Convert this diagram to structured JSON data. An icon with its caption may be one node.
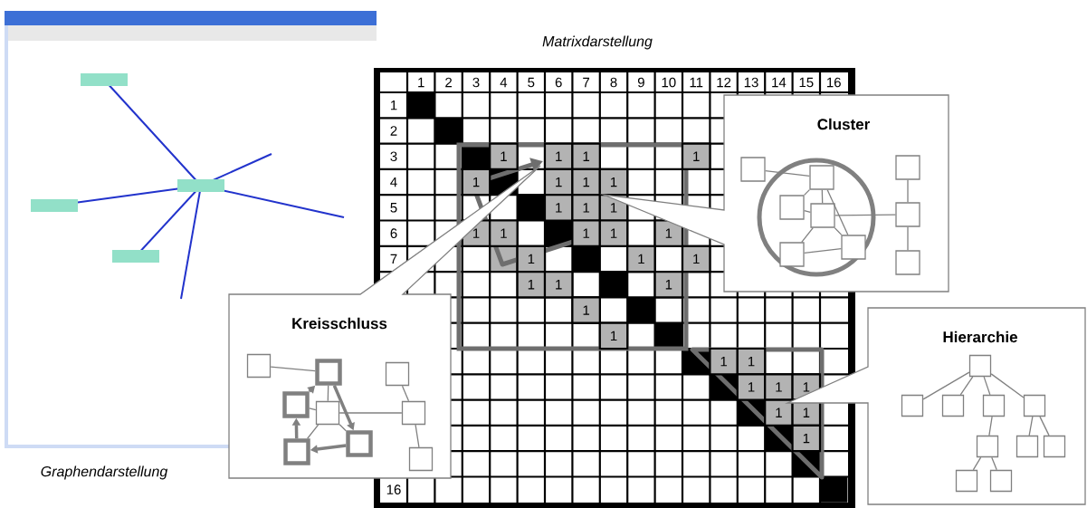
{
  "diagram": {
    "nodes": [
      {
        "text": [
          "Kreisschluss"
        ]
      },
      {
        "text": [],
        "shape": "box",
        "in": 0
      },
      {
        "text": [],
        "shape": "box",
        "in": 0
      },
      {
        "text": [],
        "shape": "box",
        "in": 0
      },
      {
        "text": [],
        "shape": "box",
        "in": 0
      },
      {
        "text": [],
        "shape": "box",
        "in": 0
      },
      {
        "text": [],
        "shape": "box",
        "in": 0
      },
      {
        "text": [],
        "shape": "box",
        "in": 0
      },
      {
        "text": [],
        "shape": "box",
        "in": 0
      },
      {
        "text": [],
        "shape": "box",
        "in": 0
      },
      {
        "text": [
          "Cluster"
        ]
      },
      {
        "text": [],
        "shape": "circle",
        "in": 10
      },
      {
        "text": [],
        "shape": "box",
        "in": 10
      },
      {
        "text": [],
        "shape": "box",
        "in": 11
      },
      {
        "text": [],
        "shape": "box",
        "in": 10
      },
      {
        "text": [],
        "shape": "box",
        "in": 11
      },
      {
        "text": [],
        "shape": "box",
        "in": 11
      },
      {
        "text": [],
        "shape": "box",
        "in": 10
      },
      {
        "text": [],
        "shape": "box",
        "in": 11
      },
      {
        "text": [],
        "shape": "box",
        "in": 11
      },
      {
        "text": [],
        "shape": "box",
        "in": 10
      },
      {
        "text": [
          "Hierarchie"
        ]
      },
      {
        "text": [],
        "shape": "box",
        "in": 21
      },
      {
        "text": [],
        "shape": "box",
        "in": 21
      },
      {
        "text": [],
        "shape": "box",
        "in": 21
      },
      {
        "text": [],
        "shape": "box",
        "in": 21
      },
      {
        "text": [],
        "shape": "box",
        "in": 21
      },
      {
        "text": [],
        "shape": "box",
        "in": 21
      },
      {
        "text": [],
        "shape": "box",
        "in": 21
      },
      {
        "text": [],
        "shape": "box",
        "in": 21
      },
      {
        "text": [],
        "shape": "box",
        "in": 21
      },
      {
        "text": [],
        "shape": "box",
        "in": 21
      }
    ],
    "edges": [
      {
        "from": 1,
        "to": 2,
        "arrow": "none"
      },
      {
        "from": 4,
        "to": 2,
        "arrow": "to",
        "style": "thick"
      },
      {
        "from": 2,
        "to": 5,
        "arrow": "none"
      },
      {
        "from": 2,
        "to": 7,
        "arrow": "to",
        "style": "thick"
      },
      {
        "from": 4,
        "to": 5,
        "arrow": "none"
      },
      {
        "from": 5,
        "to": 8,
        "arrow": "none"
      },
      {
        "from": 5,
        "to": 7,
        "arrow": "none"
      },
      {
        "from": 8,
        "to": 4,
        "arrow": "to",
        "style": "thick"
      },
      {
        "from": 7,
        "to": 8,
        "arrow": "to",
        "style": "thick"
      },
      {
        "from": 5,
        "to": 6,
        "arrow": "none"
      },
      {
        "from": 3,
        "to": 6,
        "arrow": "none"
      },
      {
        "from": 6,
        "to": 9,
        "arrow": "none"
      },
      {
        "from": 12,
        "to": 13,
        "arrow": "none"
      },
      {
        "from": 13,
        "to": 15,
        "arrow": "none"
      },
      {
        "from": 13,
        "to": 16,
        "arrow": "none"
      },
      {
        "from": 13,
        "to": 19,
        "arrow": "none"
      },
      {
        "from": 15,
        "to": 16,
        "arrow": "none"
      },
      {
        "from": 16,
        "to": 18,
        "arrow": "none"
      },
      {
        "from": 16,
        "to": 19,
        "arrow": "none"
      },
      {
        "from": 18,
        "to": 19,
        "arrow": "none"
      },
      {
        "from": 16,
        "to": 17,
        "arrow": "none"
      },
      {
        "from": 14,
        "to": 17,
        "arrow": "none"
      },
      {
        "from": 17,
        "to": 20,
        "arrow": "none"
      },
      {
        "from": 22,
        "to": 23,
        "arrow": "none"
      },
      {
        "from": 22,
        "to": 24,
        "arrow": "none"
      },
      {
        "from": 22,
        "to": 25,
        "arrow": "none"
      },
      {
        "from": 22,
        "to": 26,
        "arrow": "none"
      },
      {
        "from": 25,
        "to": 27,
        "arrow": "none"
      },
      {
        "from": 26,
        "to": 28,
        "arrow": "none"
      },
      {
        "from": 26,
        "to": 29,
        "arrow": "none"
      },
      {
        "from": 27,
        "to": 30,
        "arrow": "none"
      },
      {
        "from": 27,
        "to": 31,
        "arrow": "none"
      }
    ],
    "labels": [
      "Matrixdarstellung",
      "1",
      "2",
      "3",
      "4",
      "5",
      "6",
      "7",
      "8",
      "9",
      "10",
      "11",
      "12",
      "13",
      "14",
      "15",
      "16",
      "1",
      "2",
      "3",
      "1",
      "1",
      "1",
      "1",
      "4",
      "1",
      "1",
      "1",
      "1",
      "5",
      "1",
      "1",
      "1",
      "6",
      "1",
      "1",
      "1",
      "1",
      "1",
      "7",
      "1",
      "1",
      "1",
      "1",
      "1",
      "1",
      "1",
      "1",
      "1",
      "1",
      "1",
      "1",
      "1",
      "1",
      "1",
      "1",
      "16",
      "Graphendarstellung"
    ]
  }
}
